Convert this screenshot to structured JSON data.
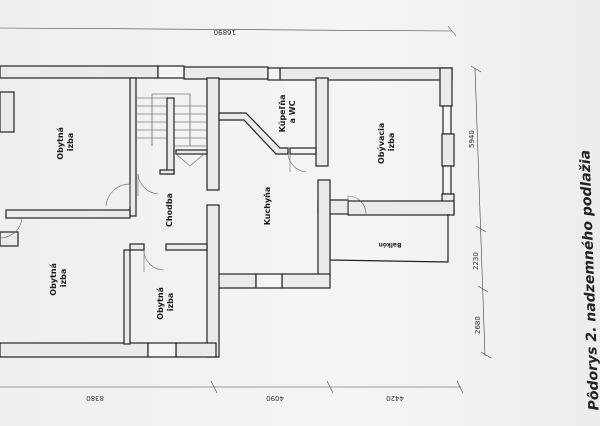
{
  "title": "Pôdorys 2. nadzemného podlažia",
  "rooms": {
    "obytna_izba_top": [
      "Obytná",
      "izba"
    ],
    "obytna_izba_left_bottom": [
      "Obytná",
      "izba"
    ],
    "obytna_izba_small": [
      "Obytná",
      "izba"
    ],
    "chodba": "Chodba",
    "kuchyna": "Kuchyňa",
    "kupelna": [
      "Kúpeľňa",
      "a WC"
    ],
    "obyvacia_izba": [
      "Obývacia",
      "izba"
    ],
    "balkon": "Balkón"
  },
  "dimensions": {
    "top_total": "16890",
    "bottom": [
      "8380",
      "4090",
      "4420"
    ],
    "right": [
      "5940",
      "2230",
      "2680"
    ]
  },
  "colors": {
    "paper": "#f1f2f1",
    "ink": "#222222"
  }
}
